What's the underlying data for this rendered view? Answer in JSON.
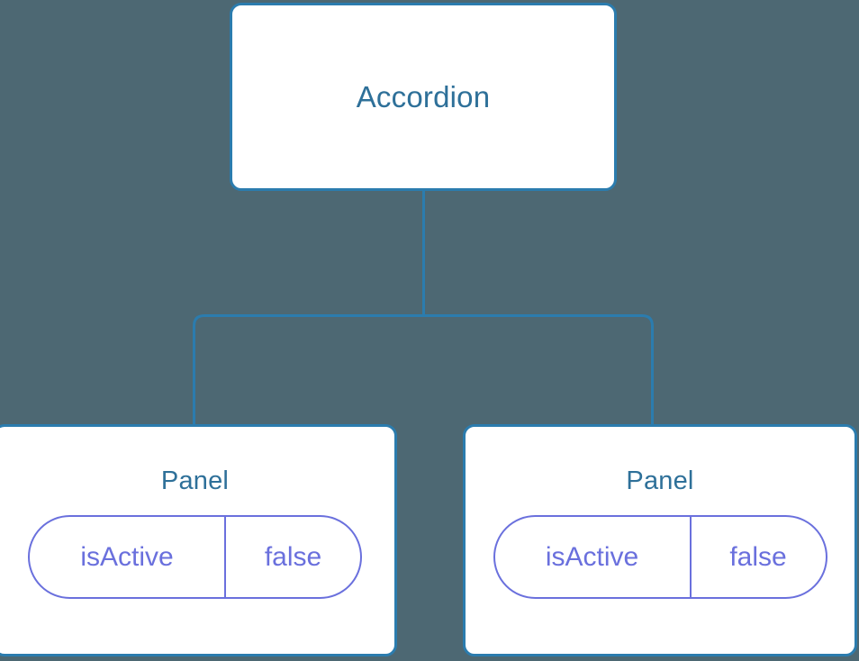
{
  "diagram": {
    "type": "component-tree",
    "background_color": "#4d6873",
    "node_border_color": "#2b7cae",
    "node_fill_color": "#ffffff",
    "node_title_color": "#2e7099",
    "connector_color": "#2b7cae",
    "state_pill_color": "#6a70dd",
    "root": {
      "title": "Accordion"
    },
    "children": [
      {
        "title": "Panel",
        "state": {
          "key": "isActive",
          "value": "false"
        }
      },
      {
        "title": "Panel",
        "state": {
          "key": "isActive",
          "value": "false"
        }
      }
    ]
  }
}
